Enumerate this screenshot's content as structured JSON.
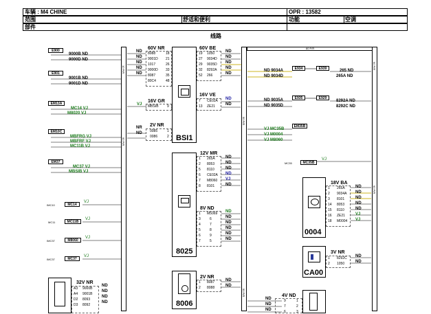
{
  "header": {
    "vehicle": "车辆 : M4 CHINE",
    "opr": "OPR : 13582",
    "category": "范围",
    "subcategory": "舒适和便利",
    "function_label": "功能",
    "function_value": "空调",
    "part": "部件",
    "section": "线路"
  },
  "left_connectors": [
    {
      "id": "E900",
      "wires": [
        "9000B ND",
        "9000D ND"
      ]
    },
    {
      "id": "E901",
      "wires": [
        "9001B ND",
        "9001D ND"
      ]
    },
    {
      "id": "EM13A",
      "wires": [
        "MC14 VJ",
        "M8020 VJ"
      ]
    },
    {
      "id": "EM10C",
      "wires": [
        "MBFRG VJ",
        "MBFRF VJ",
        "MC11B VJ"
      ]
    },
    {
      "id": "EM37",
      "wires": [
        "MC37 VJ",
        "MBSIB VJ"
      ]
    }
  ],
  "small_connectors": [
    {
      "id": "IMC10",
      "box": "MC14",
      "wire": "VJ"
    },
    {
      "id": "MC11",
      "box": "MC11B",
      "wire": "VJ"
    },
    {
      "id": "IMC37",
      "box": "M8060",
      "wire": "VJ"
    },
    {
      "id": "IMC37",
      "box": "MC37",
      "wire": "VJ"
    }
  ],
  "bsi": {
    "label": "BSI1",
    "c60vnr": {
      "title": "60V NR",
      "rows": [
        [
          "8088",
          "18"
        ],
        [
          "9001D",
          "21"
        ],
        [
          "1017",
          "26"
        ],
        [
          "9000D",
          "33"
        ],
        [
          "8087",
          "35"
        ],
        [
          "80C4",
          "48"
        ]
      ],
      "labels": [
        "ND",
        "ND",
        "ND",
        "ND",
        "ND"
      ]
    },
    "c16vgr": {
      "title": "16V GR",
      "rows": [
        [
          "MBSIB",
          "9"
        ]
      ],
      "labels": [
        "VJ"
      ]
    },
    "c2vnr": {
      "title": "2V NR",
      "rows": [
        [
          "0085",
          "1"
        ],
        [
          "0086",
          "2"
        ]
      ],
      "labels": [
        "NR",
        "ND"
      ]
    },
    "c60vbe": {
      "title": "60V BE",
      "rows": [
        [
          "19",
          "1050"
        ],
        [
          "27",
          "9034D"
        ],
        [
          "29",
          "9035D"
        ],
        [
          "32",
          "8292A"
        ],
        [
          "52",
          "266"
        ]
      ],
      "labels": [
        "ND",
        "ND",
        "ND",
        "ND",
        "ND"
      ]
    },
    "c16vve": {
      "title": "16V VE",
      "rows": [
        [
          "7",
          "CE02A"
        ],
        [
          "13",
          "ZE21"
        ]
      ],
      "labels": [
        "ND",
        "ND"
      ]
    }
  },
  "center_links": {
    "l1": "ND 9034A",
    "l2": "ND 9034D",
    "l3": "ND 9035A",
    "l4": "ND 9035D",
    "e934": "E934",
    "e935": "E935",
    "e939": "E939",
    "e929": "E929",
    "r1": "265 ND",
    "r2": "265A ND",
    "r3": "8292A ND",
    "r4": "8292C ND",
    "em35b": "EM35B",
    "v1": "VJ MC35B",
    "v2": "VJ M0004",
    "v3": "VJ M8060",
    "mc35": "MC35",
    "mc35b": "MC35B",
    "mc35vj": "VJ"
  },
  "m8025": {
    "label": "8025",
    "c12vmr": {
      "title": "12V MR",
      "rows": [
        [
          "1",
          "265A"
        ],
        [
          "2",
          "8053"
        ],
        [
          "5",
          "8110"
        ],
        [
          "6",
          "CE02A"
        ],
        [
          "7",
          "M8060"
        ],
        [
          "8",
          "8101"
        ]
      ],
      "labels": [
        "ND",
        "ND",
        "ND",
        "ND",
        "VJ",
        "ND"
      ]
    },
    "c8vnd": {
      "title": "8V ND",
      "rows": [
        [
          "1",
          "M5069"
        ],
        [
          "3",
          "6"
        ],
        [
          "4",
          "7"
        ],
        [
          "5",
          "8"
        ],
        [
          "6",
          "9"
        ],
        [
          "7",
          "5"
        ]
      ],
      "labels": [
        "ND",
        "ND",
        "ND",
        "ND",
        "ND",
        "ND"
      ]
    }
  },
  "m8006": {
    "label": "8006",
    "c2vnr": {
      "title": "2V NR",
      "rows": [
        [
          "1",
          "8087"
        ],
        [
          "2",
          "8088"
        ]
      ],
      "labels": [
        "ND",
        "ND"
      ]
    }
  },
  "m0004": {
    "label": "0004",
    "c18vba": {
      "title": "18V BA",
      "rows": [
        [
          "1",
          "265A"
        ],
        [
          "2",
          "9034A"
        ],
        [
          "3",
          "8101"
        ],
        [
          "14",
          "8053"
        ],
        [
          "15",
          "8110"
        ],
        [
          "16",
          "ZE21"
        ],
        [
          "18",
          "M0004"
        ]
      ],
      "labels": [
        "ND",
        "ND",
        "ND",
        "ND",
        "ND",
        "VJ",
        "VJ"
      ]
    }
  },
  "ca00": {
    "label": "CA00",
    "c3vnr": {
      "title": "3V NR",
      "rows": [
        [
          "1",
          "8292C"
        ],
        [
          "2",
          "1050"
        ]
      ],
      "labels": [
        "ND",
        "ND"
      ]
    }
  },
  "c4vnd": {
    "title": "4V ND",
    "rows": [
      [
        "1",
        "9"
      ],
      [
        "2",
        "7"
      ],
      [
        "3",
        "6"
      ]
    ],
    "labels": [
      "ND",
      "ND",
      "ND"
    ]
  },
  "c32vnr": {
    "title": "32V NR",
    "rows": [
      [
        "A3",
        "9000B"
      ],
      [
        "A4",
        "9001B"
      ],
      [
        "D2",
        "8093"
      ],
      [
        "D3",
        "8092"
      ]
    ],
    "labels": [
      "ND",
      "ND",
      "ND",
      "ND"
    ]
  },
  "bus": {
    "b1": "10 P/R",
    "b2": "50 P/R",
    "b3": "90 P/R",
    "b4": "50 P/R",
    "b5": "80 P/R",
    "b6": "90 P/R",
    "b7": "90 P/R"
  },
  "colors": {
    "ground_green": "#1a7a1a",
    "signal_blue": "#1a1aa0",
    "yellow": "#e6c800"
  }
}
